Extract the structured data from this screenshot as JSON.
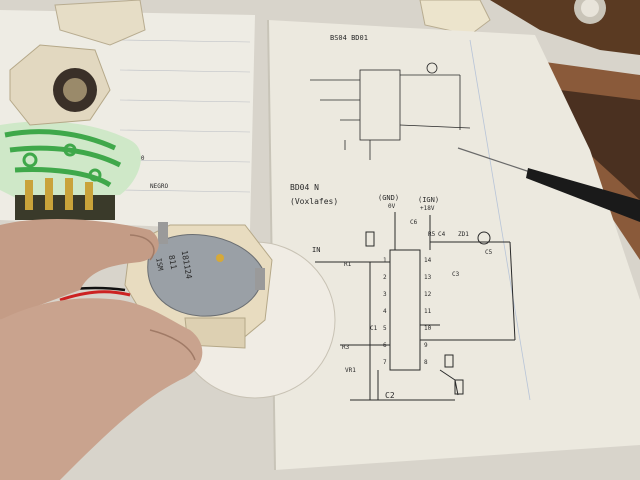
{
  "sheet": {
    "header": "BS04 BD01",
    "section_title": "BD04 N",
    "section_subtitle": "(Voxlafes)",
    "ground_label": "(GND)",
    "ground_value": "0V",
    "supply_label": "(IGN)",
    "supply_value": "+18V",
    "input_label": "IN",
    "components": {
      "r1": "R1",
      "r3": "R3",
      "vr1": "VR1",
      "c1": "C1",
      "c2": "C2",
      "c3": "C3",
      "c4": "C4",
      "c5": "C5",
      "c6": "C6",
      "r5": "R5",
      "zd1": "ZD1"
    },
    "pins": [
      "1",
      "2",
      "3",
      "4",
      "5",
      "6",
      "7",
      "8",
      "9",
      "10",
      "11",
      "12",
      "13",
      "14"
    ]
  },
  "gauge_motor": {
    "label_line1": "181124",
    "label_line2": "811",
    "label_line3": "ISM"
  },
  "left_sheet": {
    "note_1": "GAS0",
    "note_2": "NEGRO"
  },
  "colors": {
    "paper": "#ece9df",
    "table": "#d9d6ce",
    "ink": "#2a2a2a",
    "pcb_green": "#3fa84a",
    "motor_body": "#e8dcc0",
    "skin": "#c9a38e"
  }
}
